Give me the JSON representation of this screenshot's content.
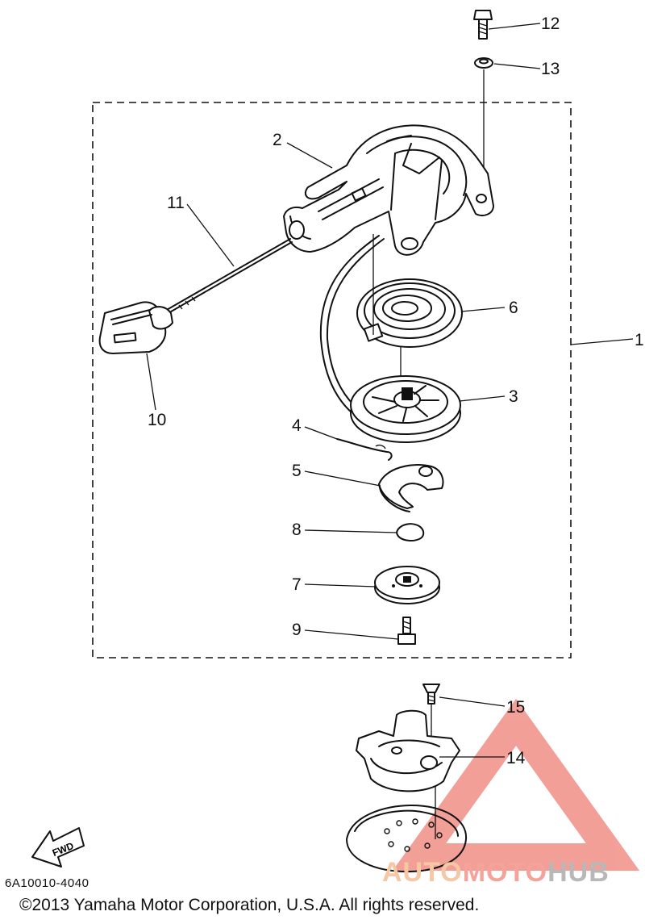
{
  "callouts": [
    {
      "id": "1",
      "label": "1"
    },
    {
      "id": "2",
      "label": "2"
    },
    {
      "id": "3",
      "label": "3"
    },
    {
      "id": "4",
      "label": "4"
    },
    {
      "id": "5",
      "label": "5"
    },
    {
      "id": "6",
      "label": "6"
    },
    {
      "id": "7",
      "label": "7"
    },
    {
      "id": "8",
      "label": "8"
    },
    {
      "id": "9",
      "label": "9"
    },
    {
      "id": "10",
      "label": "10"
    },
    {
      "id": "11",
      "label": "11"
    },
    {
      "id": "12",
      "label": "12"
    },
    {
      "id": "13",
      "label": "13"
    },
    {
      "id": "14",
      "label": "14"
    },
    {
      "id": "15",
      "label": "15"
    }
  ],
  "fwd_label": "FWD",
  "part_code": "6A10010-4040",
  "copyright": "©2013 Yamaha Motor Corporation, U.S.A. All rights reserved.",
  "watermark": {
    "part_a": "AUTO",
    "part_b": "MOTO",
    "part_c": "HUB",
    "colors": {
      "auto": "#f6c7a4",
      "moto": "#f4a39a",
      "hub": "#b8b8b8",
      "triangle": "#f08f86"
    }
  }
}
